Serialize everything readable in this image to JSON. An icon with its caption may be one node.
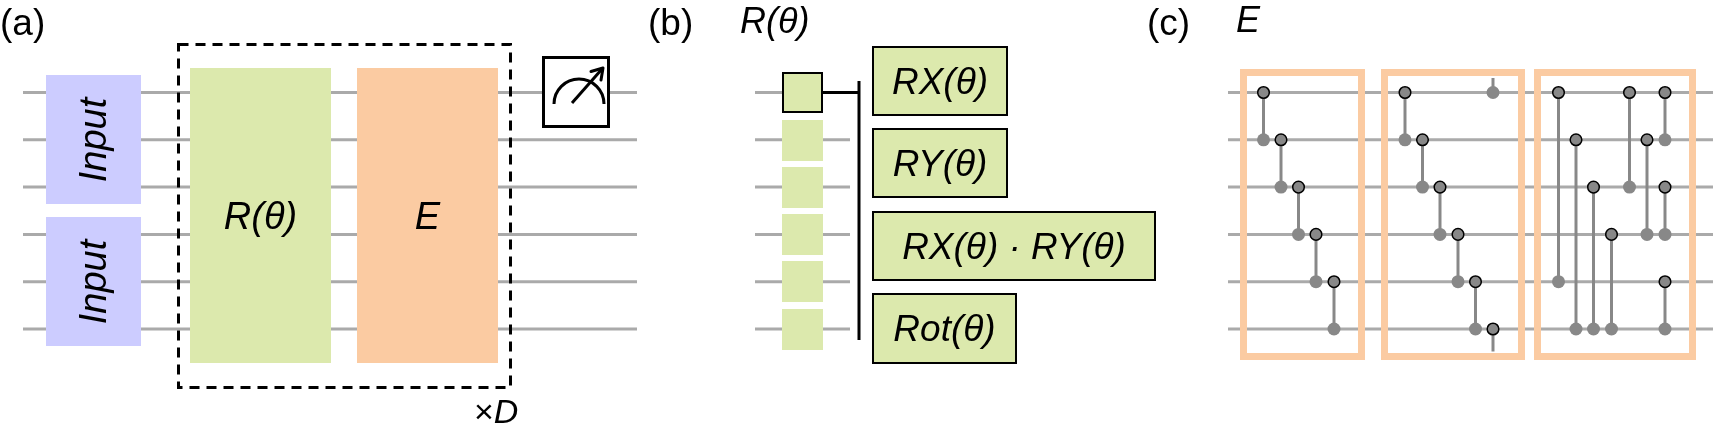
{
  "diagram": {
    "nodes": [
      {
        "text": [
          "Input"
        ]
      },
      {
        "text": [
          "Input"
        ]
      },
      {
        "text": [],
        "shape": "box",
        "beside": [
          "×*D*"
        ]
      },
      {
        "text": [
          "R(θ)"
        ],
        "in": 2
      },
      {
        "text": [
          "E"
        ],
        "in": 2
      },
      {
        "text": [],
        "shape": "box"
      },
      {
        "text": [],
        "shape": "box"
      },
      {
        "text": [],
        "shape": "box"
      },
      {
        "text": [],
        "shape": "box"
      },
      {
        "text": [],
        "shape": "box"
      },
      {
        "text": [],
        "shape": "box"
      },
      {
        "text": [],
        "shape": "box"
      },
      {
        "text": [
          "RX(θ)"
        ]
      },
      {
        "text": [
          "RY(θ)"
        ]
      },
      {
        "text": [
          "RX(θ) · RY(θ)"
        ]
      },
      {
        "text": [
          "Rot(θ)"
        ]
      },
      {
        "text": [],
        "shape": "box"
      },
      {
        "text": [],
        "shape": "box"
      },
      {
        "text": [],
        "shape": "box"
      }
    ],
    "labels": [
      "(a)",
      "(b)",
      "R(θ)",
      "(c)",
      "E"
    ]
  }
}
